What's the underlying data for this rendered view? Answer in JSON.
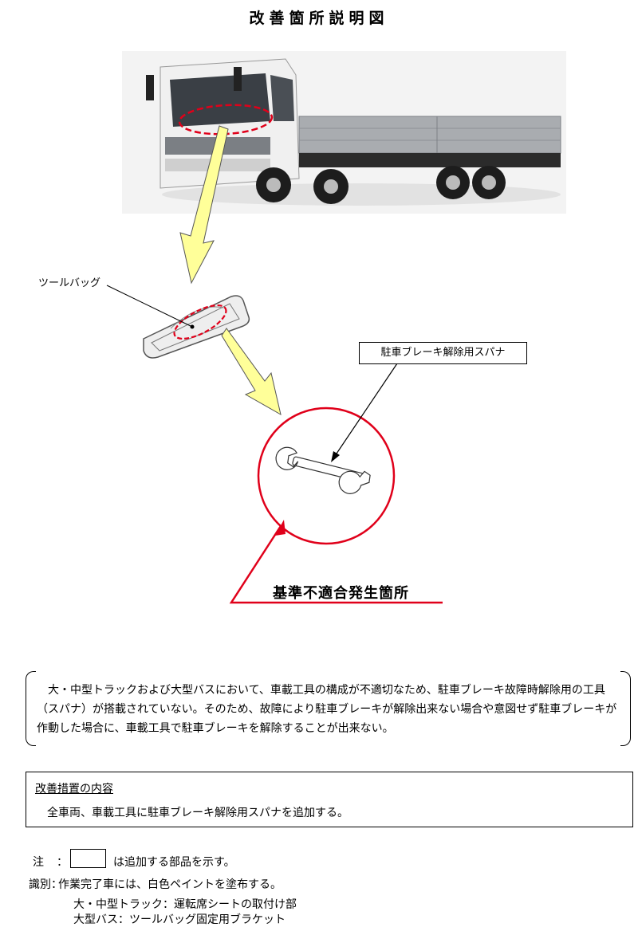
{
  "title": "改善箇所説明図",
  "labels": {
    "tool_bag": "ツールバッグ",
    "spanner": "駐車ブレーキ解除用スパナ",
    "defect_location": "基準不適合発生箇所"
  },
  "description": "大・中型トラックおよび大型バスにおいて、車載工具の構成が不適切なため、駐車ブレーキ故障時解除用の工具（スパナ）が搭載されていない。そのため、故障により駐車ブレーキが解除出来ない場合や意図せず駐車ブレーキが作動した場合に、車載工具で駐車ブレーキを解除することが出来ない。",
  "measure": {
    "title": "改善措置の内容",
    "text": "全車両、車載工具に駐車ブレーキ解除用スパナを追加する。"
  },
  "note": {
    "label": "注",
    "colon": "：",
    "text": "は追加する部品を示す。"
  },
  "identification": {
    "label": "識別：",
    "text": "作業完了車には、白色ペイントを塗布する。",
    "line1": "大・中型トラック：運転席シートの取付け部",
    "line2": "大型バス：ツールバッグ固定用ブラケット"
  },
  "colors": {
    "highlight_red": "#e0001a",
    "arrow_yellow": "#ffff99",
    "cab_white": "#f2f2f2",
    "body_gray": "#a9acb0"
  },
  "icons": [
    "truck-image",
    "tool-bag-image",
    "spanner-image"
  ]
}
